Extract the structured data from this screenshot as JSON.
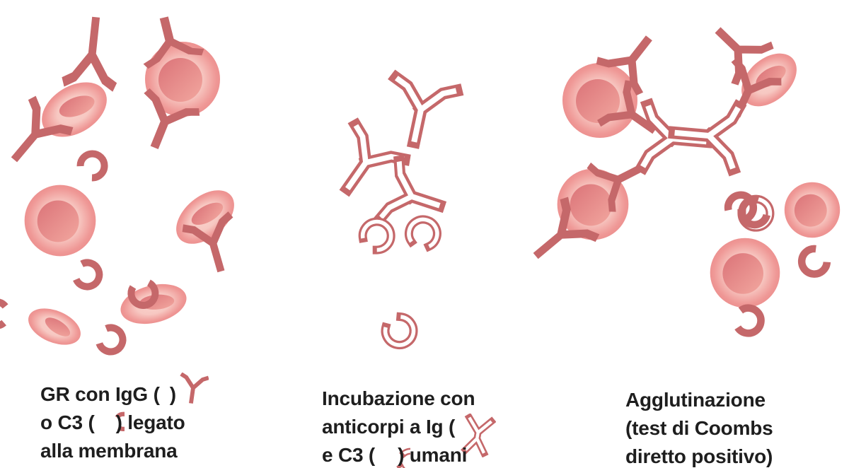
{
  "figure": {
    "language": "Italian",
    "subject": "Direct Coombs test diagram"
  },
  "colors": {
    "accent_red": "#c5686a",
    "cell_rim": "#ec8f8e",
    "cell_light": "#f8cbc6",
    "cell_core_dark": "#db7378",
    "cell_core_light": "#f2a79f",
    "text": "#1e1e1e",
    "background": "#ffffff"
  },
  "icons": {
    "left_line1": "igg-antibody-solid-icon",
    "left_line2": "c3-complement-solid-icon",
    "middle_line2": "anti-ig-antibody-outline-icon",
    "middle_line3": "anti-c3-outline-icon"
  },
  "captions": {
    "left": {
      "line1_prefix": "GR con IgG (",
      "line1_close": ")",
      "line2_prefix": "o C3 (",
      "line2_suffix": ") legato",
      "line3": "alla membrana"
    },
    "middle": {
      "line1": "Incubazione con",
      "line2_prefix": "anticorpi a Ig (",
      "line3_prefix": "e C3 (",
      "line3_suffix": ") umani"
    },
    "right": {
      "line1": "Agglutinazione",
      "line2": "(test di Coombs",
      "line3": "diretto positivo)"
    }
  }
}
